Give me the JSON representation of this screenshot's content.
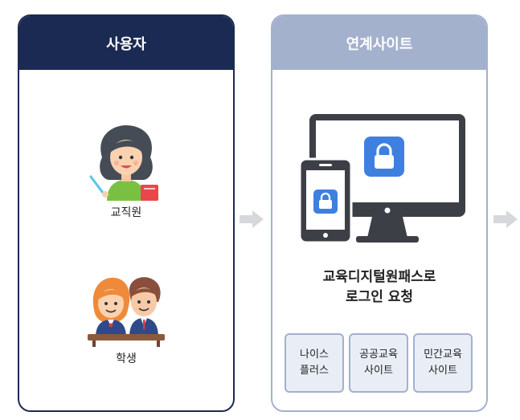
{
  "user_panel": {
    "title": "사용자",
    "staff_label": "교직원",
    "student_label": "학생"
  },
  "site_panel": {
    "title": "연계사이트",
    "request_line1": "교육디지털원패스로",
    "request_line2": "로그인 요청",
    "buttons": [
      {
        "label": "나이스\n플러스"
      },
      {
        "label": "공공교육\n사이트"
      },
      {
        "label": "민간교육\n사이트"
      }
    ]
  },
  "colors": {
    "navy": "#1b2a52",
    "slate": "#a3b1cc",
    "button_bg": "#e9eef6",
    "lock_blue": "#3f7fe0",
    "device_dark": "#3c3f45",
    "arrow": "#d6d8dc"
  },
  "icons": [
    "teacher-icon",
    "students-icon",
    "monitor-icon",
    "phone-icon",
    "lock-icon",
    "arrow-right-icon"
  ]
}
